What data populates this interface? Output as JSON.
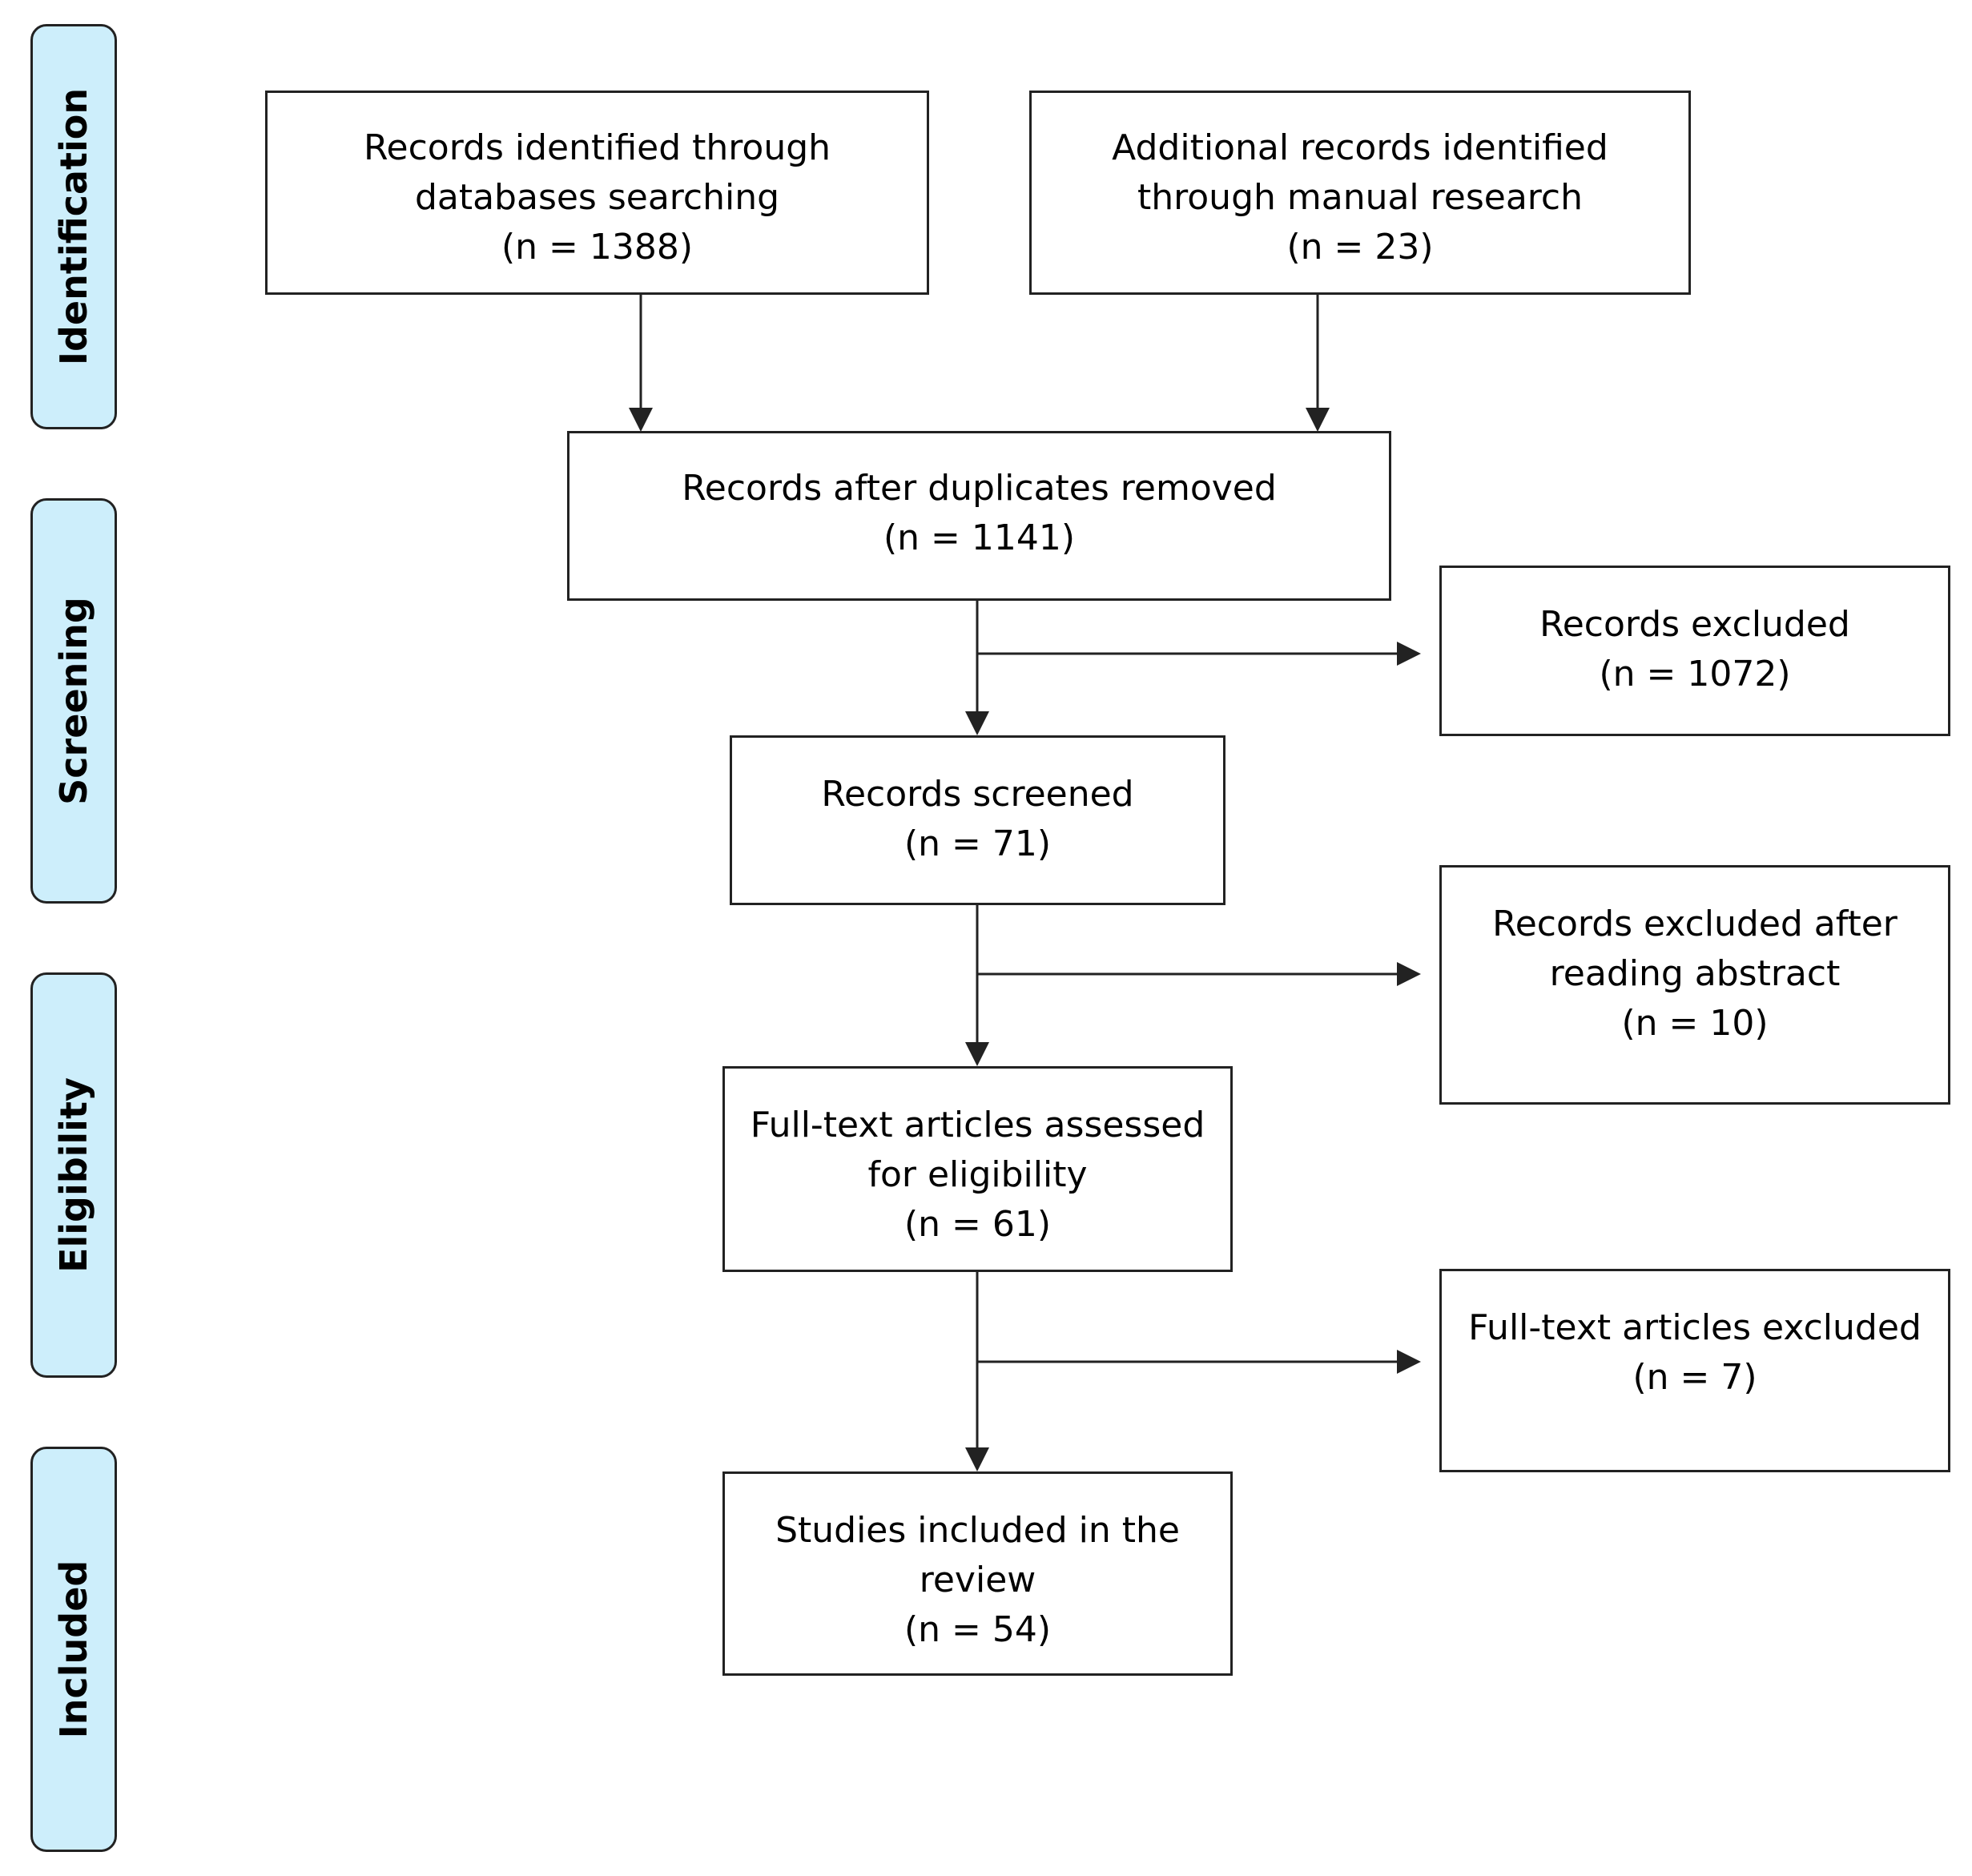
{
  "phases": {
    "identification": "Identification",
    "screening": "Screening",
    "eligibility": "Eligibility",
    "included": "Included"
  },
  "boxes": {
    "databases": {
      "line1": "Records identified through",
      "line2": "databases searching",
      "count": "(n = 1388)"
    },
    "manual": {
      "line1": "Additional records identified",
      "line2": "through manual research",
      "count": "(n = 23)"
    },
    "duplicates_removed": {
      "line1": "Records after duplicates removed",
      "count": "(n = 1141)"
    },
    "excluded": {
      "line1": "Records excluded",
      "count": "(n = 1072)"
    },
    "screened": {
      "line1": "Records screened",
      "count": "(n = 71)"
    },
    "excluded_abstract": {
      "line1": "Records excluded after",
      "line2": "reading abstract",
      "count": "(n = 10)"
    },
    "fulltext_assessed": {
      "line1": "Full-text articles assessed",
      "line2": "for eligibility",
      "count": "(n = 61)"
    },
    "fulltext_excluded": {
      "line1": "Full-text articles excluded",
      "count": "(n = 7)"
    },
    "included_studies": {
      "line1": "Studies included in the",
      "line2": "review",
      "count": "(n = 54)"
    }
  },
  "colors": {
    "phase_fill": "#cdeefb",
    "stroke": "#222222"
  }
}
